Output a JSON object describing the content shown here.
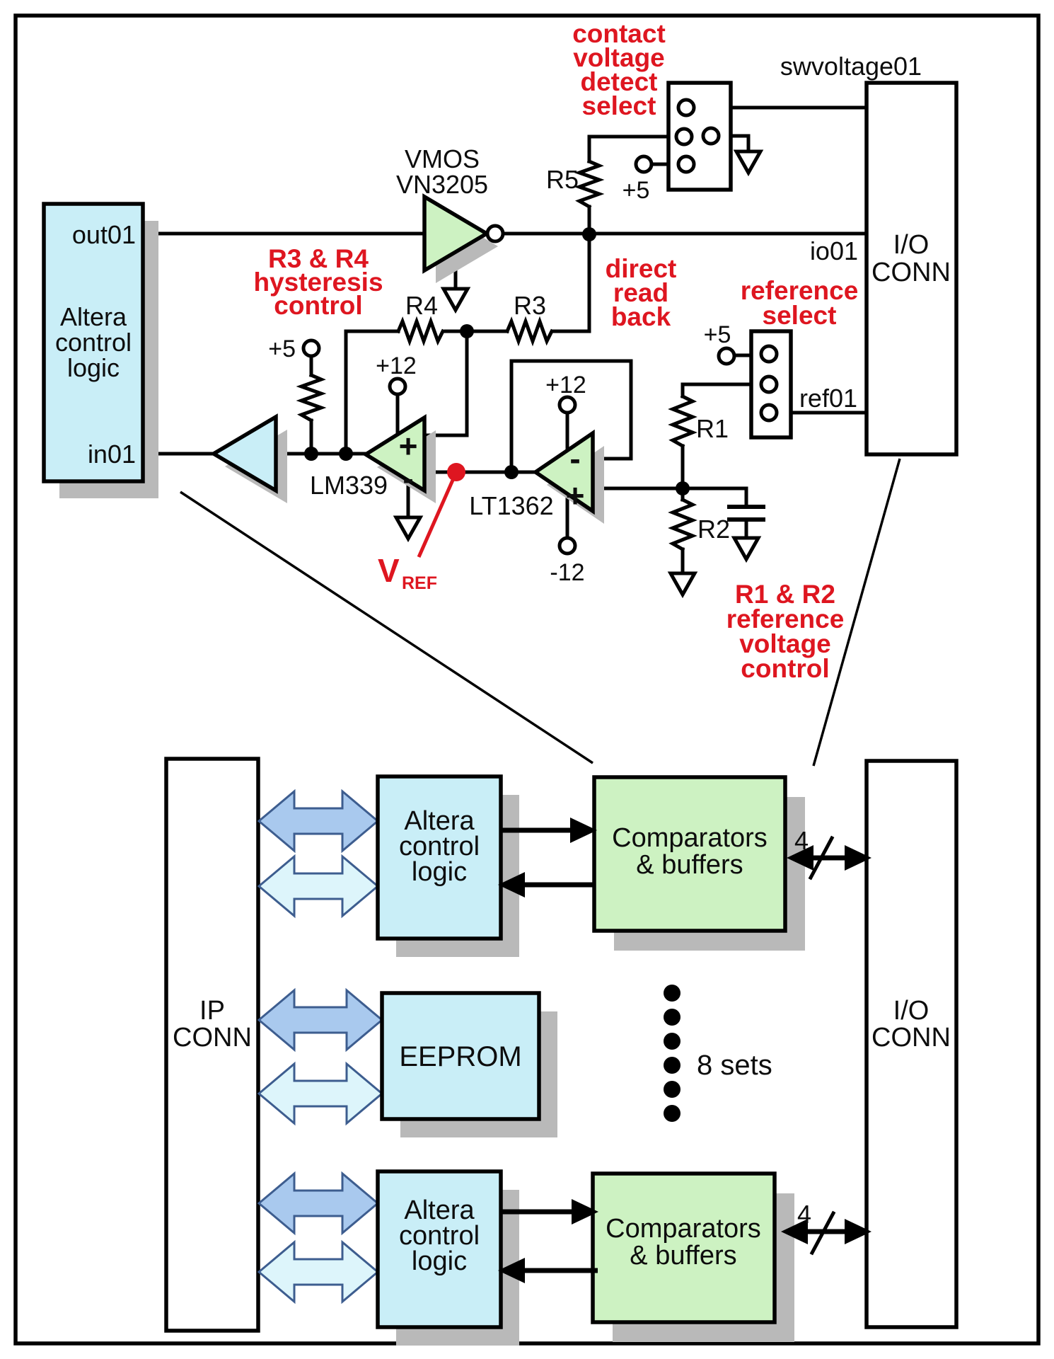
{
  "colors": {
    "cyan": "#c9eef7",
    "green": "#cdf2c2",
    "shadow": "#b9b9b9",
    "red": "#de1620",
    "arrow_dark": "#a9c9ee",
    "arrow_light": "#ddf5fb",
    "arrow_outline": "#3d5d8f"
  },
  "schematic": {
    "altera": {
      "lines": [
        "Altera",
        "control",
        "logic"
      ],
      "out_port": "out01",
      "in_port": "in01"
    },
    "vmos": {
      "lines": [
        "VMOS",
        "VN3205"
      ]
    },
    "comparator": "LM339",
    "opamp": "LT1362",
    "resistors": {
      "r1": "R1",
      "r2": "R2",
      "r3": "R3",
      "r4": "R4",
      "r5": "R5"
    },
    "supplies": {
      "plus5": "+5",
      "plus12": "+12",
      "minus12": "-12"
    },
    "polarity": {
      "plus": "+",
      "minus": "-"
    },
    "nets": {
      "swvoltage": "swvoltage01",
      "io": "io01",
      "ref": "ref01"
    },
    "io_conn": {
      "lines": [
        "I/O",
        "CONN"
      ]
    },
    "annotations": {
      "contact": [
        "contact",
        "voltage",
        "detect",
        "select"
      ],
      "hysteresis": [
        "R3 & R4",
        "hysteresis",
        "control"
      ],
      "direct": [
        "direct",
        "read",
        "back"
      ],
      "reference_select": [
        "reference",
        "select"
      ],
      "reference_control": [
        "R1 & R2",
        "reference",
        "voltage",
        "control"
      ],
      "vref": {
        "main": "V",
        "sub": "REF"
      }
    }
  },
  "blocks": {
    "ip_conn": {
      "lines": [
        "IP",
        "CONN"
      ]
    },
    "io_conn": {
      "lines": [
        "I/O",
        "CONN"
      ]
    },
    "altera_top": {
      "lines": [
        "Altera",
        "control",
        "logic"
      ]
    },
    "altera_bottom": {
      "lines": [
        "Altera",
        "control",
        "logic"
      ]
    },
    "comparators_top": {
      "lines": [
        "Comparators",
        "& buffers"
      ]
    },
    "comparators_bottom": {
      "lines": [
        "Comparators",
        "& buffers"
      ]
    },
    "eeprom": "EEPROM",
    "sets": "8 sets",
    "bus_top": "4",
    "bus_bottom": "4"
  }
}
